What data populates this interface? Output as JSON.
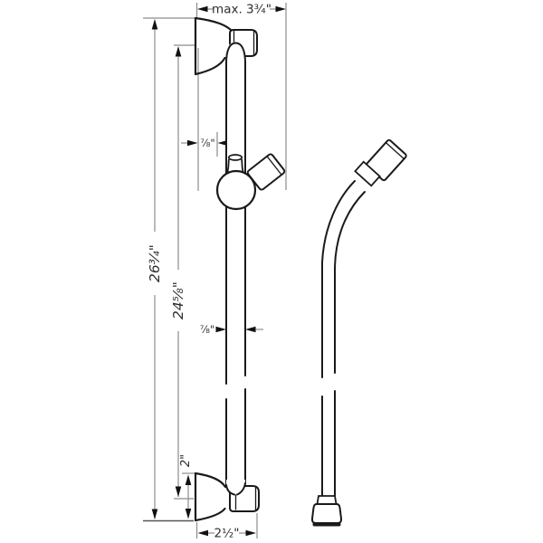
{
  "figure": {
    "type": "technical-line-drawing",
    "subject": "Wall slide bar with hand-shower slider and flexible shower hose, dimensioned"
  },
  "colors": {
    "background": "#ffffff",
    "outline": "#1a1a1a",
    "dimension": "#8c8c8c",
    "arrow": "#111111",
    "text": "#2e2e2e"
  },
  "dimensions": {
    "max_width": {
      "label": "max. 3¾\""
    },
    "slider_offset": {
      "label": "⅞\""
    },
    "overall_length": {
      "label": "26¾\""
    },
    "mounting_distance": {
      "label": "24⅝\""
    },
    "bar_diameter": {
      "label": "⅞\""
    },
    "escutcheon_height": {
      "label": "2\""
    },
    "base_width": {
      "label": "2½\""
    }
  }
}
